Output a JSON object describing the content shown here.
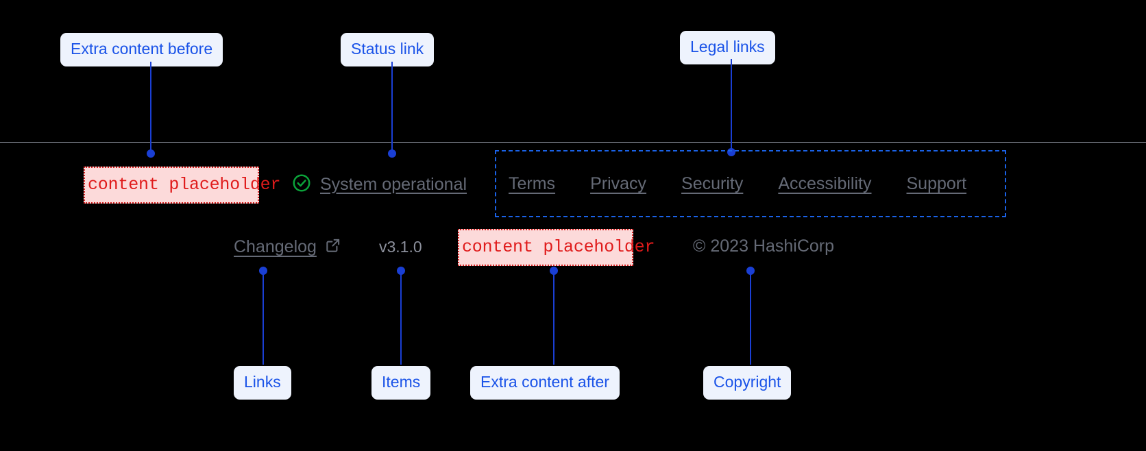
{
  "annotations": {
    "extra_before": "Extra content before",
    "status_link": "Status link",
    "legal_links": "Legal links",
    "links": "Links",
    "items": "Items",
    "extra_after": "Extra content after",
    "copyright": "Copyright"
  },
  "footer": {
    "placeholder_before": "content placeholder",
    "placeholder_after": "content placeholder",
    "status": {
      "icon": "check-circle-icon",
      "label": "System operational"
    },
    "legal": [
      {
        "label": "Terms"
      },
      {
        "label": "Privacy"
      },
      {
        "label": "Security"
      },
      {
        "label": "Accessibility"
      },
      {
        "label": "Support"
      }
    ],
    "changelog": {
      "label": "Changelog",
      "icon": "external-link-icon"
    },
    "version": "v3.1.0",
    "copyright": "© 2023 HashiCorp"
  },
  "colors": {
    "annotation_blue": "#1a53e8",
    "annotation_bg": "#eef3fd",
    "leader_blue": "#1a3fd4",
    "placeholder_red": "#e01b1b",
    "placeholder_bg": "#fcdada",
    "status_green": "#0ba33a",
    "text_gray": "#656a76",
    "rule_gray": "#9ba0ad",
    "dashed_blue": "#1a62e8"
  }
}
